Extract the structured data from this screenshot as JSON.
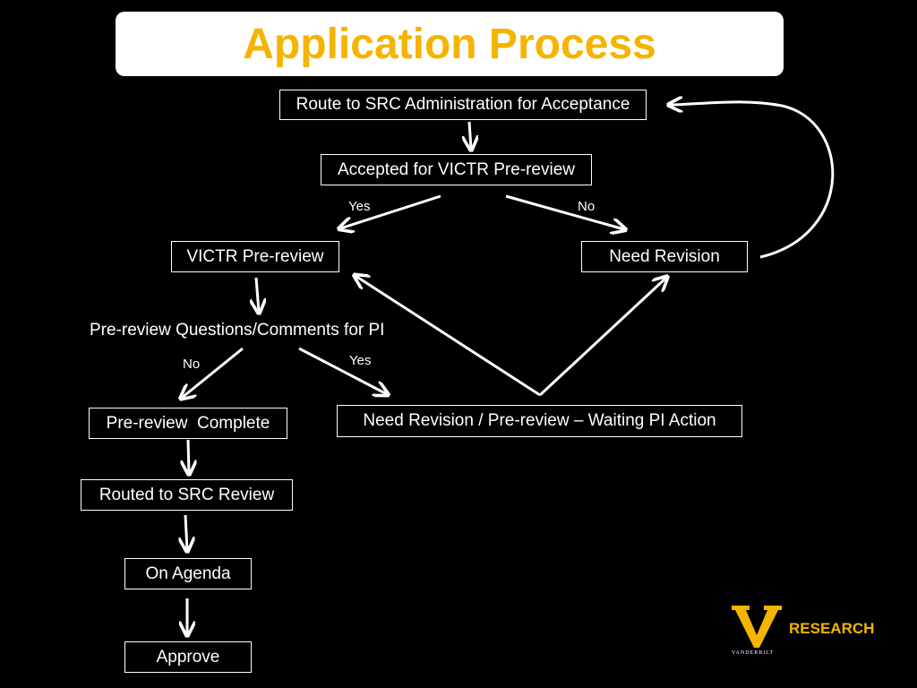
{
  "title": "Application Process",
  "nodes": {
    "route_src_admin": "Route to SRC Administration for Acceptance",
    "accepted_victr": "Accepted for VICTR Pre-review",
    "victr_prereview": "VICTR Pre-review",
    "need_revision": "Need Revision",
    "prereview_questions": "Pre-review Questions/Comments for PI",
    "prereview_complete": "Pre-review  Complete",
    "need_revision_waiting": "Need Revision / Pre-review – Waiting PI Action",
    "routed_src_review": "Routed to SRC Review",
    "on_agenda": "On Agenda",
    "approve": "Approve"
  },
  "edge_labels": {
    "accepted_yes": "Yes",
    "accepted_no": "No",
    "questions_no": "No",
    "questions_yes": "Yes"
  },
  "logo": {
    "text": "RESEARCH",
    "wordmark": "VANDERBILT",
    "accent_color": "#f5b400"
  },
  "colors": {
    "background": "#000000",
    "title": "#f5b400",
    "lines": "#ffffff"
  }
}
